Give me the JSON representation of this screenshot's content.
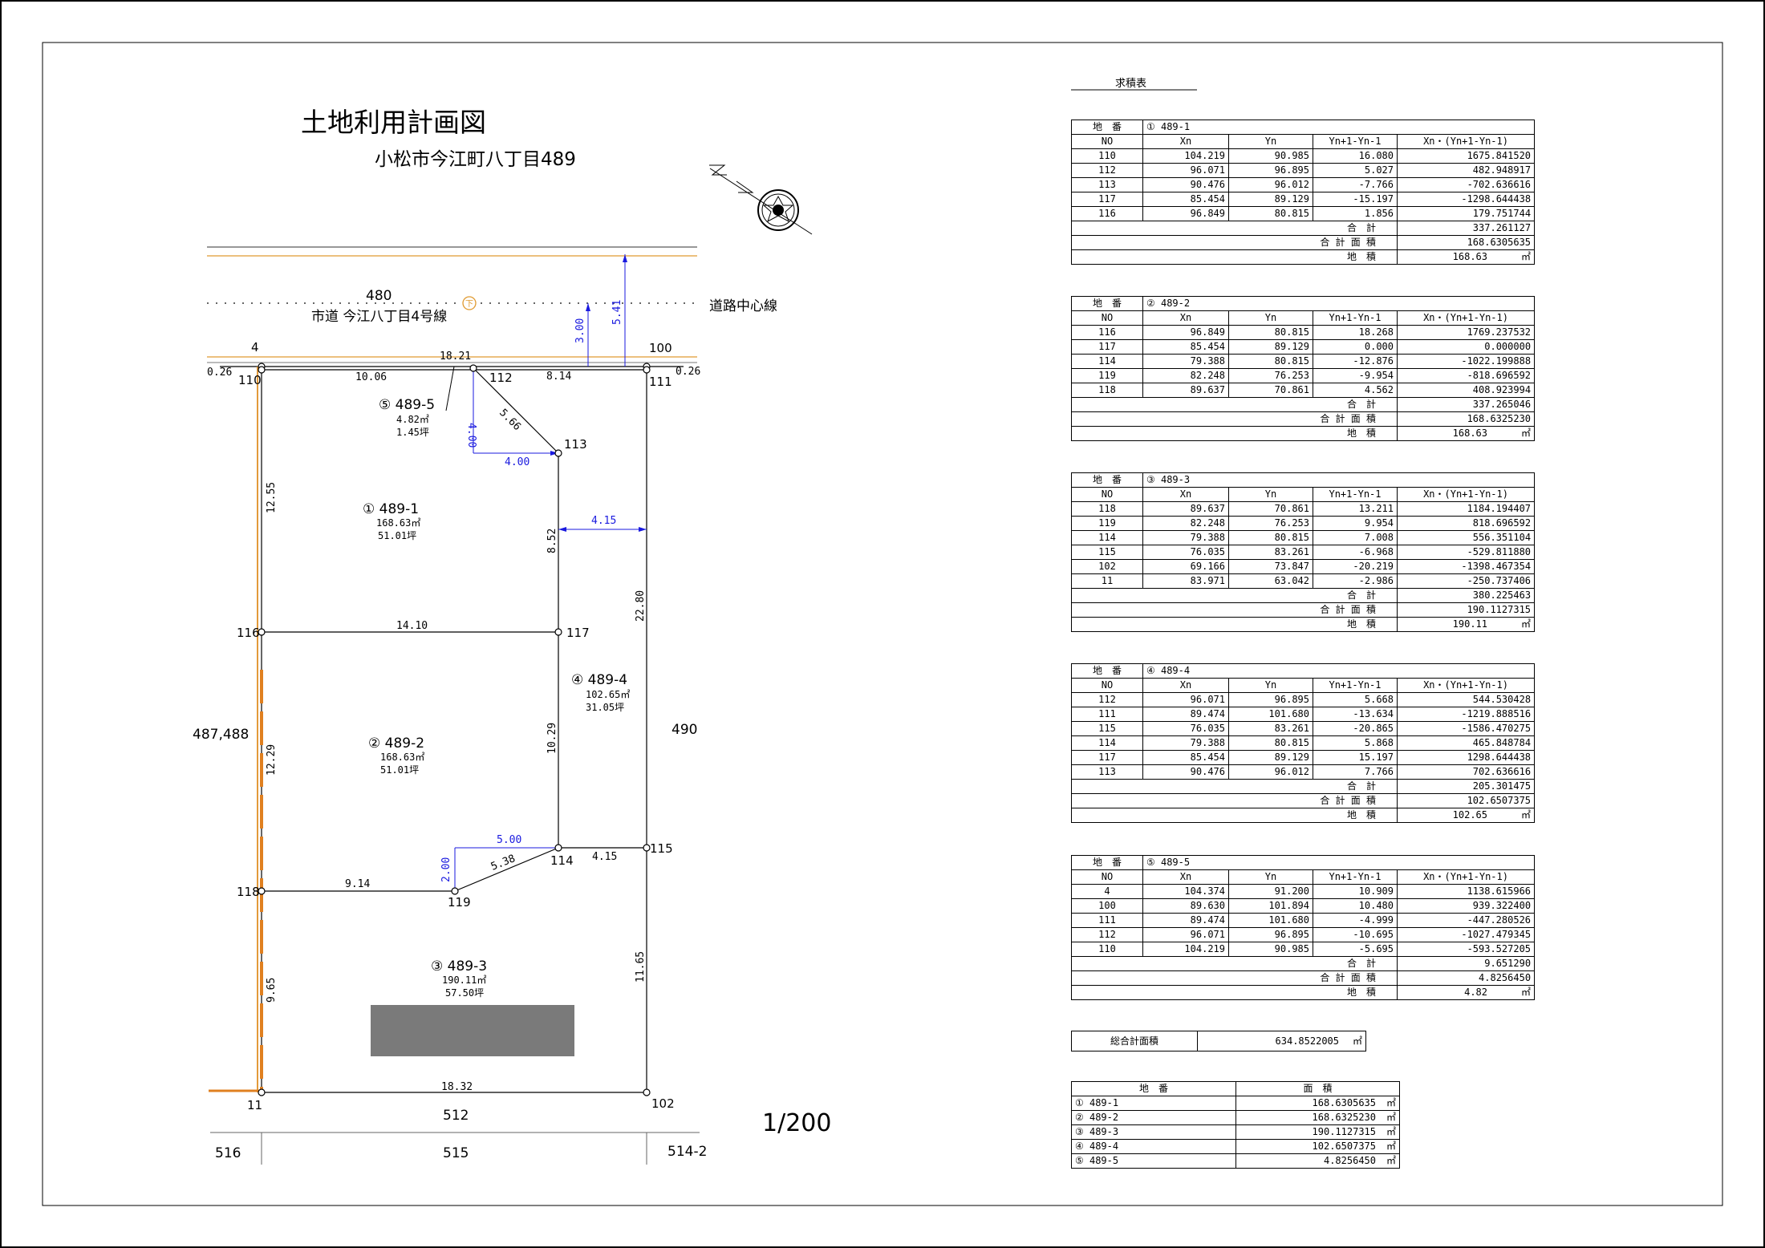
{
  "drawing": {
    "title": "土地利用計画図",
    "subtitle": "小松市今江町八丁目489",
    "scale": "1/200",
    "road_name": "市道 今江八丁目4号線",
    "road_center_label": "道路中心線",
    "road_marker": "下",
    "neighbors": {
      "north": "480",
      "west": "487,488",
      "east": "490",
      "south": "512",
      "sw": "516",
      "s": "515",
      "se": "514-2"
    },
    "points": {
      "p4": "4",
      "p100": "100",
      "p110": "110",
      "p111": "111",
      "p112": "112",
      "p113": "113",
      "p114": "114",
      "p115": "115",
      "p116": "116",
      "p117": "117",
      "p118": "118",
      "p119": "119",
      "p11": "11",
      "p102": "102"
    },
    "dimensions": {
      "d026l": "0.26",
      "d026r": "0.26",
      "d1821": "18.21",
      "d1006": "10.06",
      "d814": "8.14",
      "d566": "5.66",
      "d1255": "12.55",
      "d1410": "14.10",
      "d852": "8.52",
      "d2280": "22.80",
      "d1029": "10.29",
      "d1229": "12.29",
      "d914": "9.14",
      "d538": "5.38",
      "d415b": "4.15",
      "d965": "9.65",
      "d1165": "11.65",
      "d1832": "18.32"
    },
    "aux_dimensions": {
      "d300": "3.00",
      "d541": "5.41",
      "d400v": "4.00",
      "d400h": "4.00",
      "d415": "4.15",
      "d500": "5.00",
      "d200": "2.00"
    },
    "parcels": {
      "p1": {
        "label": "① 489-1",
        "area": "168.63㎡",
        "tsubo": "51.01坪"
      },
      "p2": {
        "label": "② 489-2",
        "area": "168.63㎡",
        "tsubo": "51.01坪"
      },
      "p3": {
        "label": "③ 489-3",
        "area": "190.11㎡",
        "tsubo": "57.50坪"
      },
      "p4": {
        "label": "④ 489-4",
        "area": "102.65㎡",
        "tsubo": "31.05坪"
      },
      "p5": {
        "label": "⑤ 489-5",
        "area": "4.82㎡",
        "tsubo": "1.45坪"
      }
    }
  },
  "calc": {
    "heading": "求積表",
    "h_chiban": "地　番",
    "h_no": "NO",
    "h_xn": "Xn",
    "h_yn": "Yn",
    "h_dy": "Yn+1-Yn-1",
    "h_prod": "Xn・(Yn+1-Yn-1)",
    "l_sum": "合　計",
    "l_total_area": "合 計 面 積",
    "l_area": "地　積",
    "unit": "㎡",
    "tables": [
      {
        "parcel": "① 489-1",
        "rows": [
          [
            "110",
            "104.219",
            "90.985",
            "16.080",
            "1675.841520"
          ],
          [
            "112",
            "96.071",
            "96.895",
            "5.027",
            "482.948917"
          ],
          [
            "113",
            "90.476",
            "96.012",
            "-7.766",
            "-702.636616"
          ],
          [
            "117",
            "85.454",
            "89.129",
            "-15.197",
            "-1298.644438"
          ],
          [
            "116",
            "96.849",
            "80.815",
            "1.856",
            "179.751744"
          ]
        ],
        "sum": "337.261127",
        "total_area": "168.6305635",
        "area": "168.63"
      },
      {
        "parcel": "② 489-2",
        "rows": [
          [
            "116",
            "96.849",
            "80.815",
            "18.268",
            "1769.237532"
          ],
          [
            "117",
            "85.454",
            "89.129",
            "0.000",
            "0.000000"
          ],
          [
            "114",
            "79.388",
            "80.815",
            "-12.876",
            "-1022.199888"
          ],
          [
            "119",
            "82.248",
            "76.253",
            "-9.954",
            "-818.696592"
          ],
          [
            "118",
            "89.637",
            "70.861",
            "4.562",
            "408.923994"
          ]
        ],
        "sum": "337.265046",
        "total_area": "168.6325230",
        "area": "168.63"
      },
      {
        "parcel": "③ 489-3",
        "rows": [
          [
            "118",
            "89.637",
            "70.861",
            "13.211",
            "1184.194407"
          ],
          [
            "119",
            "82.248",
            "76.253",
            "9.954",
            "818.696592"
          ],
          [
            "114",
            "79.388",
            "80.815",
            "7.008",
            "556.351104"
          ],
          [
            "115",
            "76.035",
            "83.261",
            "-6.968",
            "-529.811880"
          ],
          [
            "102",
            "69.166",
            "73.847",
            "-20.219",
            "-1398.467354"
          ],
          [
            "11",
            "83.971",
            "63.042",
            "-2.986",
            "-250.737406"
          ]
        ],
        "sum": "380.225463",
        "total_area": "190.1127315",
        "area": "190.11"
      },
      {
        "parcel": "④ 489-4",
        "rows": [
          [
            "112",
            "96.071",
            "96.895",
            "5.668",
            "544.530428"
          ],
          [
            "111",
            "89.474",
            "101.680",
            "-13.634",
            "-1219.888516"
          ],
          [
            "115",
            "76.035",
            "83.261",
            "-20.865",
            "-1586.470275"
          ],
          [
            "114",
            "79.388",
            "80.815",
            "5.868",
            "465.848784"
          ],
          [
            "117",
            "85.454",
            "89.129",
            "15.197",
            "1298.644438"
          ],
          [
            "113",
            "90.476",
            "96.012",
            "7.766",
            "702.636616"
          ]
        ],
        "sum": "205.301475",
        "total_area": "102.6507375",
        "area": "102.65"
      },
      {
        "parcel": "⑤ 489-5",
        "rows": [
          [
            "4",
            "104.374",
            "91.200",
            "10.909",
            "1138.615966"
          ],
          [
            "100",
            "89.630",
            "101.894",
            "10.480",
            "939.322400"
          ],
          [
            "111",
            "89.474",
            "101.680",
            "-4.999",
            "-447.280526"
          ],
          [
            "112",
            "96.071",
            "96.895",
            "-10.695",
            "-1027.479345"
          ],
          [
            "110",
            "104.219",
            "90.985",
            "-5.695",
            "-593.527205"
          ]
        ],
        "sum": "9.651290",
        "total_area": "4.8256450",
        "area": "4.82"
      }
    ],
    "grand_total_label": "総合計面積",
    "grand_total_value": "634.8522005",
    "summary_h_chiban": "地　番",
    "summary_h_area": "面　積",
    "summary": [
      [
        "① 489-1",
        "168.6305635"
      ],
      [
        "② 489-2",
        "168.6325230"
      ],
      [
        "③ 489-3",
        "190.1127315"
      ],
      [
        "④ 489-4",
        "102.6507375"
      ],
      [
        "⑤ 489-5",
        "4.8256450"
      ]
    ]
  }
}
